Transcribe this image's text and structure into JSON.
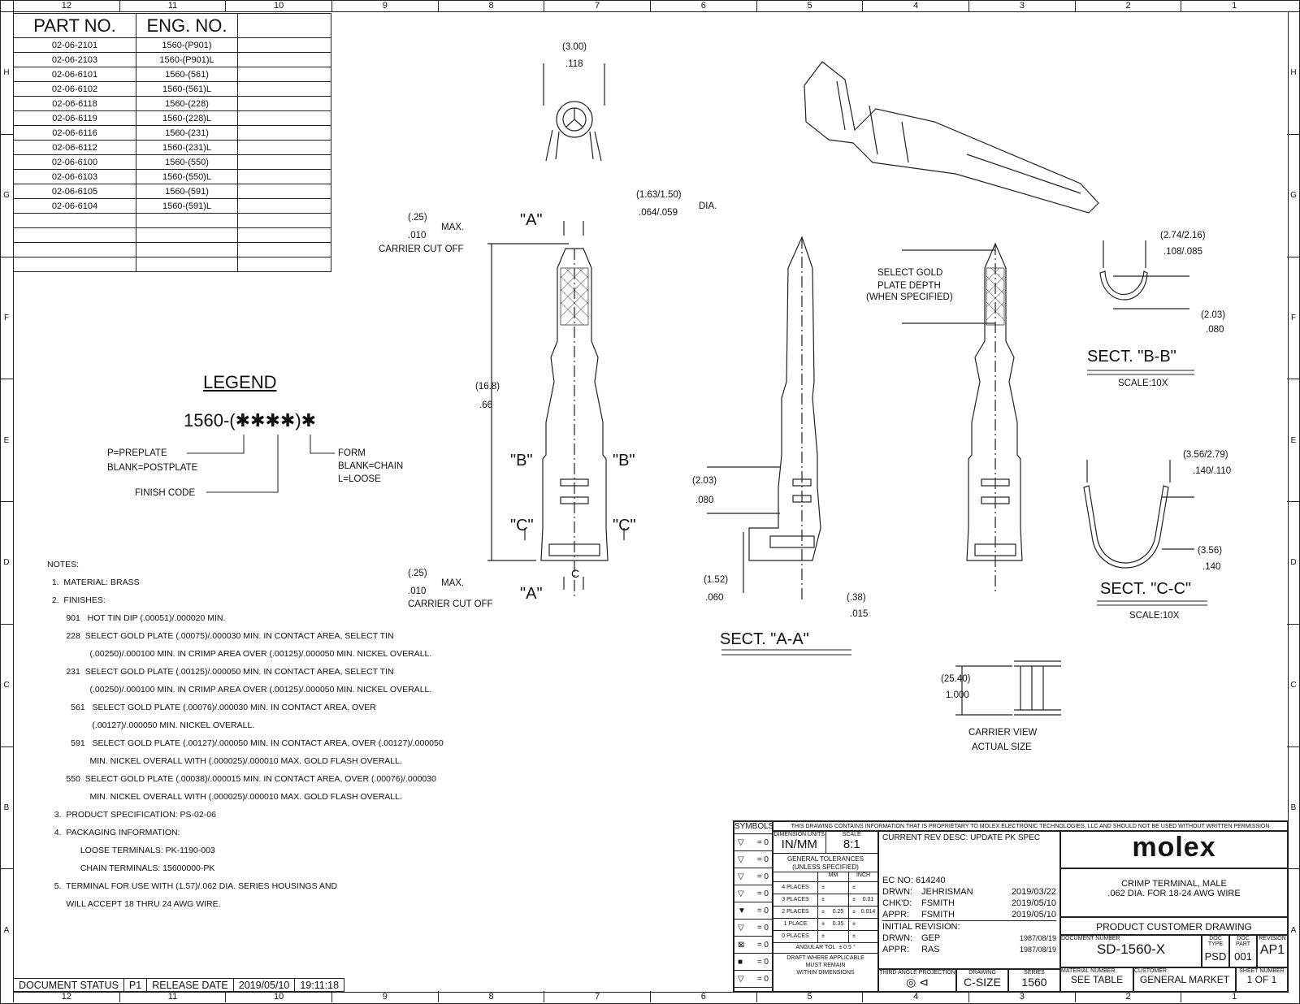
{
  "zones_cols": [
    "12",
    "11",
    "10",
    "9",
    "8",
    "7",
    "6",
    "5",
    "4",
    "3",
    "2",
    "1"
  ],
  "zones_rows": [
    "H",
    "G",
    "F",
    "E",
    "D",
    "C",
    "B",
    "A"
  ],
  "parts_table": {
    "headers": [
      "PART NO.",
      "ENG. NO."
    ],
    "rows": [
      [
        "02-06-2101",
        "1560-(P901)"
      ],
      [
        "02-06-2103",
        "1560-(P901)L"
      ],
      [
        "02-06-6101",
        "1560-(561)"
      ],
      [
        "02-06-6102",
        "1560-(561)L"
      ],
      [
        "02-06-6118",
        "1560-(228)"
      ],
      [
        "02-06-6119",
        "1560-(228)L"
      ],
      [
        "02-06-6116",
        "1560-(231)"
      ],
      [
        "02-06-6112",
        "1560-(231)L"
      ],
      [
        "02-06-6100",
        "1560-(550)"
      ],
      [
        "02-06-6103",
        "1560-(550)L"
      ],
      [
        "02-06-6105",
        "1560-(591)"
      ],
      [
        "02-06-6104",
        "1560-(591)L"
      ],
      [
        "",
        ""
      ],
      [
        "",
        ""
      ],
      [
        "",
        ""
      ],
      [
        "",
        ""
      ]
    ]
  },
  "legend": {
    "title": "LEGEND",
    "code": "1560-(✱✱✱✱)✱",
    "p_preplate": "P=PREPLATE",
    "blank_postplate": "BLANK=POSTPLATE",
    "finish_code": "FINISH CODE",
    "form": "FORM",
    "blank_chain": "BLANK=CHAIN",
    "l_loose": "L=LOOSE"
  },
  "notes": [
    "NOTES:",
    "  1.  MATERIAL: BRASS",
    "  2.  FINISHES:",
    "        901   HOT TIN DIP (.00051)/.000020 MIN.",
    "        228  SELECT GOLD PLATE (.00075)/.000030 MIN. IN CONTACT AREA, SELECT TIN",
    "                  (.00250)/.000100 MIN. IN CRIMP AREA OVER (.00125)/.000050 MIN. NICKEL OVERALL.",
    "        231  SELECT GOLD PLATE (.00125)/.000050 MIN. IN CONTACT AREA, SELECT TIN",
    "                  (.00250)/.000100 MIN. IN CRIMP AREA OVER (.00125)/.000050 MIN. NICKEL OVERALL.",
    "          561   SELECT GOLD PLATE (.00076)/.000030 MIN. IN CONTACT AREA, OVER",
    "                   (.00127)/.000050 MIN. NICKEL OVERALL.",
    "          591   SELECT GOLD PLATE (.00127)/.000050 MIN. IN CONTACT AREA, OVER (.00127)/.000050",
    "                  MIN. NICKEL OVERALL WITH (.000025)/.000010 MAX. GOLD FLASH OVERALL.",
    "        550  SELECT GOLD PLATE (.00038)/.000015 MIN. IN CONTACT AREA, OVER (.00076)/.000030",
    "                  MIN. NICKEL OVERALL WITH (.000025)/.000010 MAX. GOLD FLASH OVERALL.",
    "   3.  PRODUCT SPECIFICATION: PS-02-06",
    "   4.  PACKAGING INFORMATION:",
    "              LOOSE TERMINALS: PK-1190-003",
    "              CHAIN TERMINALS: 15600000-PK",
    "   5.  TERMINAL FOR USE WITH (1.57)/.062 DIA. SERIES HOUSINGS AND",
    "        WILL ACCEPT 18 THRU 24 AWG WIRE."
  ],
  "dims": {
    "top_mm": "(3.00)",
    "top_in": ".118",
    "dia_mm": "(1.63/1.50)",
    "dia_in": ".064/.059",
    "dia": "DIA.",
    "cut_mm": "(.25)",
    "max": "MAX.",
    "cut_in": ".010",
    "carrier_cut": "CARRIER CUT OFF",
    "len_mm": "(16.8)",
    "len_in": ".66",
    "sec_a": "\"A\"",
    "sec_b": "\"B\"",
    "sec_c": "\"C\"",
    "cl": "C",
    "a_203": "(2.03)",
    "a_080": ".080",
    "a_152": "(1.52)",
    "a_060": ".060",
    "a_38": "(.38)",
    "a_015": ".015",
    "sect_aa": "SECT. \"A-A\"",
    "select_gold": "SELECT GOLD",
    "plate_depth": "PLATE DEPTH",
    "when_spec": "(WHEN SPECIFIED)",
    "bb_mm": "(2.74/2.16)",
    "bb_in": ".108/.085",
    "bb_h_mm": "(2.03)",
    "bb_h_in": ".080",
    "sect_bb": "SECT. \"B-B\"",
    "scale10": "SCALE:10X",
    "cc_mm": "(3.56/2.79)",
    "cc_in": ".140/.110",
    "cc_h_mm": "(3.56)",
    "cc_h_in": ".140",
    "sect_cc": "SECT. \"C-C\"",
    "carrier_mm": "(25.40)",
    "carrier_in": "1.000",
    "carrier_view": "CARRIER VIEW",
    "actual_size": "ACTUAL SIZE"
  },
  "title_block": {
    "symbols": "SYMBOLS",
    "proprietary": "THIS DRAWING CONTAINS INFORMATION THAT IS PROPRIETARY TO MOLEX ELECTRONIC TECHNOLOGIES, LLC AND SHOULD NOT BE USED WITHOUT WRITTEN PERMISSION",
    "dim_units_label": "DIMENSION UNITS",
    "scale_label": "SCALE",
    "dim_units": "IN/MM",
    "scale": "8:1",
    "gen_tol": "GENERAL TOLERANCES",
    "unless": "(UNLESS SPECIFIED)",
    "mm": "MM",
    "inch": "INCH",
    "tol_rows": [
      [
        "4 PLACES",
        "±",
        "",
        " ±",
        ""
      ],
      [
        "3 PLACES",
        "±",
        "",
        " ±",
        "0.01"
      ],
      [
        "2 PLACES",
        "±",
        "0.25",
        " ±",
        "0.014"
      ],
      [
        "1 PLACE",
        "±",
        "0.35",
        " ±",
        ""
      ],
      [
        "0 PLACES",
        "±",
        "",
        " ±",
        ""
      ]
    ],
    "angular": "ANGULAR TOL",
    "angular_val": "±   0.5 °",
    "draft": "DRAFT WHERE APPLICABLE",
    "must_remain": "MUST REMAIN",
    "within": "WITHIN DIMENSIONS",
    "sym_eq": "= 0",
    "current_rev": "CURRENT REV DESC: UPDATE PK SPEC",
    "ec_no_label": "EC NO:",
    "ec_no": "614240",
    "drwn_label": "DRWN:",
    "drwn": "JEHRISMAN",
    "drwn_date": "2019/03/22",
    "chkd_label": "CHK'D:",
    "chkd": "FSMITH",
    "chkd_date": "2019/05/10",
    "appr_label": "APPR:",
    "appr": "FSMITH",
    "appr_date": "2019/05/10",
    "initial_rev": "INITIAL REVISION:",
    "i_drwn": "GEP",
    "i_drwn_date": "1987/08/19",
    "i_appr": "RAS",
    "i_appr_date": "1987/08/19",
    "third_angle": "THIRD ANGLE PROJECTION",
    "drawing_label": "DRAWING",
    "drawing": "C-SIZE",
    "series_label": "SERIES",
    "series": "1560",
    "logo": "molex",
    "desc1": "CRIMP TERMINAL, MALE",
    "desc2": ".062 DIA. FOR 18-24 AWG WIRE",
    "product_cust": "PRODUCT CUSTOMER DRAWING",
    "doc_num_label": "DOCUMENT NUMBER",
    "doc_type_label": "DOC TYPE",
    "doc_part_label": "DOC PART",
    "revision_label": "REVISION",
    "doc_num": "SD-1560-X",
    "doc_type": "PSD",
    "doc_part": "001",
    "revision": "AP1",
    "mat_num_label": "MATERIAL NUMBER",
    "customer_label": "CUSTOMER",
    "sheet_label": "SHEET NUMBER",
    "mat_num": "SEE TABLE",
    "customer": "GENERAL MARKET",
    "sheet": "1 OF 1"
  },
  "status": {
    "doc_status_label": "DOCUMENT STATUS",
    "doc_status": "P1",
    "release_label": "RELEASE DATE",
    "release_date": "2019/05/10",
    "release_time": "19:11:18"
  }
}
